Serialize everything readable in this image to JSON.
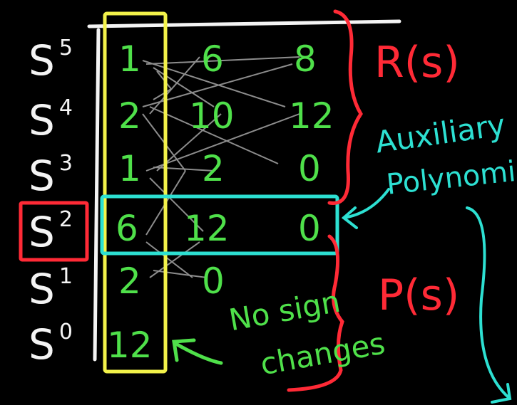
{
  "powers": [
    {
      "base": "S",
      "exp": "5"
    },
    {
      "base": "S",
      "exp": "4"
    },
    {
      "base": "S",
      "exp": "3"
    },
    {
      "base": "S",
      "exp": "2"
    },
    {
      "base": "S",
      "exp": "1"
    },
    {
      "base": "S",
      "exp": "0"
    }
  ],
  "rows": [
    [
      "1",
      "6",
      "8"
    ],
    [
      "2",
      "10",
      "12"
    ],
    [
      "1",
      "2",
      "0"
    ],
    [
      "6",
      "12",
      "0"
    ],
    [
      "2",
      "0"
    ],
    [
      "12"
    ]
  ],
  "labels": {
    "r_of_s": "R(s)",
    "p_of_s": "P(s)",
    "aux_line1": "Auxiliary",
    "aux_line2": "Polynomi",
    "no_sign_line1": "No sign",
    "no_sign_line2": "changes"
  },
  "colors": {
    "chalk_white": "#f4f4f4",
    "green": "#4fe04a",
    "yellow": "#f3f24a",
    "cyan": "#2de0d2",
    "red": "#ff2a36"
  }
}
